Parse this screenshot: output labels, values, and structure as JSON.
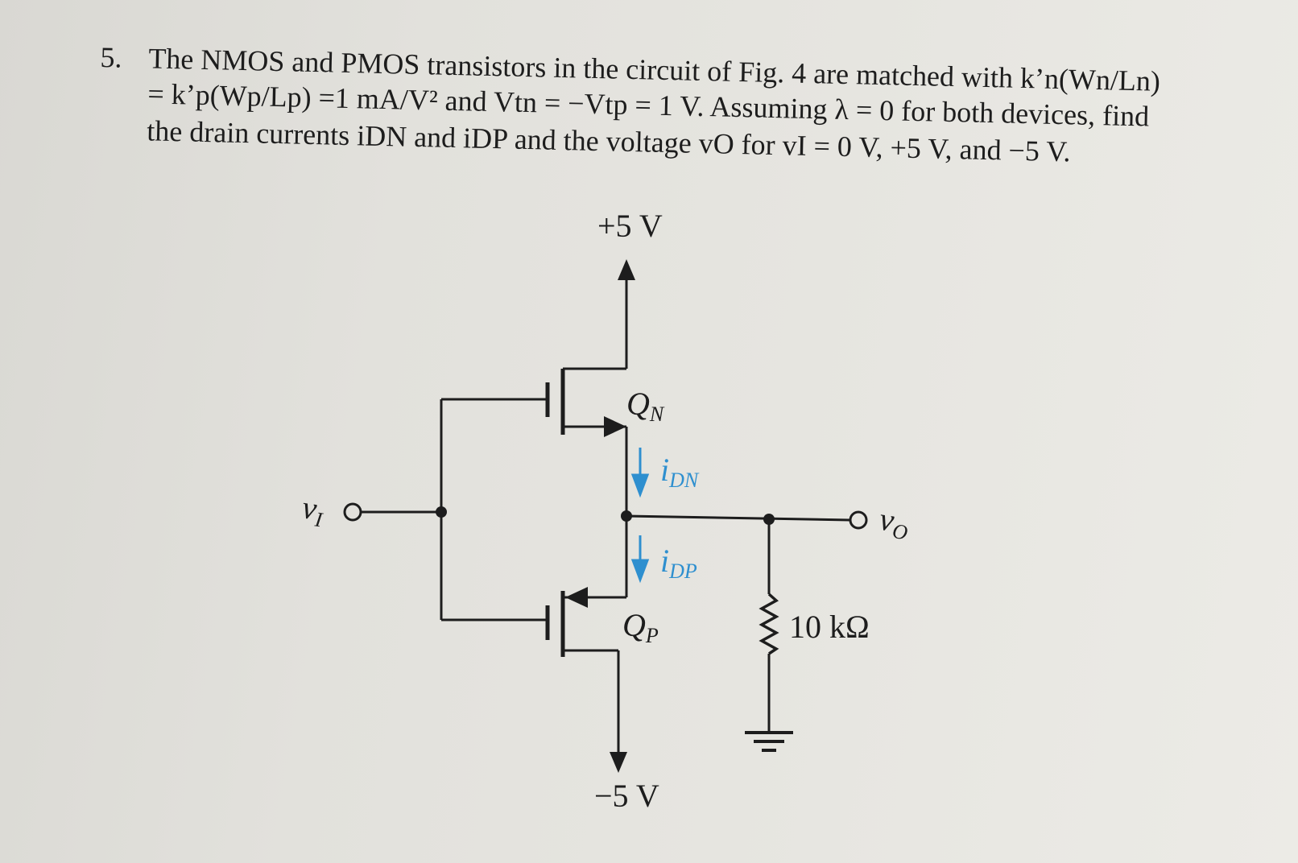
{
  "problem": {
    "number": "5.",
    "line1": "The NMOS and PMOS transistors in the circuit of Fig. 4 are matched with k’n(Wn/Ln)",
    "line2": "= k’p(Wp/Lp) =1 mA/V² and Vtn = −Vtp = 1 V. Assuming λ = 0 for both devices, find",
    "line3": "the drain currents iDN and iDP and the voltage vO for vI = 0 V, +5 V, and −5 V."
  },
  "circuit": {
    "supply_top": "+5 V",
    "supply_bottom": "−5 V",
    "nmos_label": "Q",
    "nmos_sub": "N",
    "pmos_label": "Q",
    "pmos_sub": "P",
    "current_n": "i",
    "current_n_sub": "DN",
    "current_p": "i",
    "current_p_sub": "DP",
    "input_label": "v",
    "input_sub": "I",
    "output_label": "v",
    "output_sub": "O",
    "resistor": "10 kΩ",
    "current_color": "#2e8fcf",
    "wire_color": "#1d1d1d"
  }
}
